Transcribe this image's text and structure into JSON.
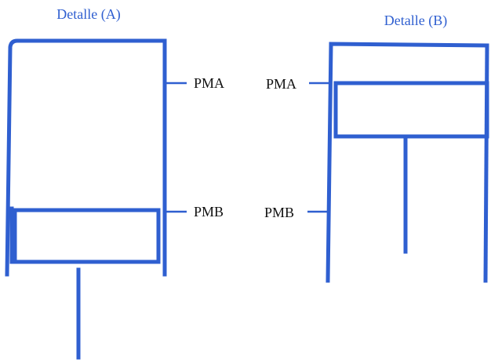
{
  "detail_a": {
    "title": "Detalle (A)",
    "label_top": "PMA",
    "label_bottom": "PMB"
  },
  "detail_b": {
    "title": "Detalle (B)",
    "label_top": "PMA",
    "label_bottom": "PMB"
  },
  "colors": {
    "line": "#2f5fd0",
    "title": "#2f5fd0",
    "label": "#111111",
    "background": "#ffffff"
  }
}
